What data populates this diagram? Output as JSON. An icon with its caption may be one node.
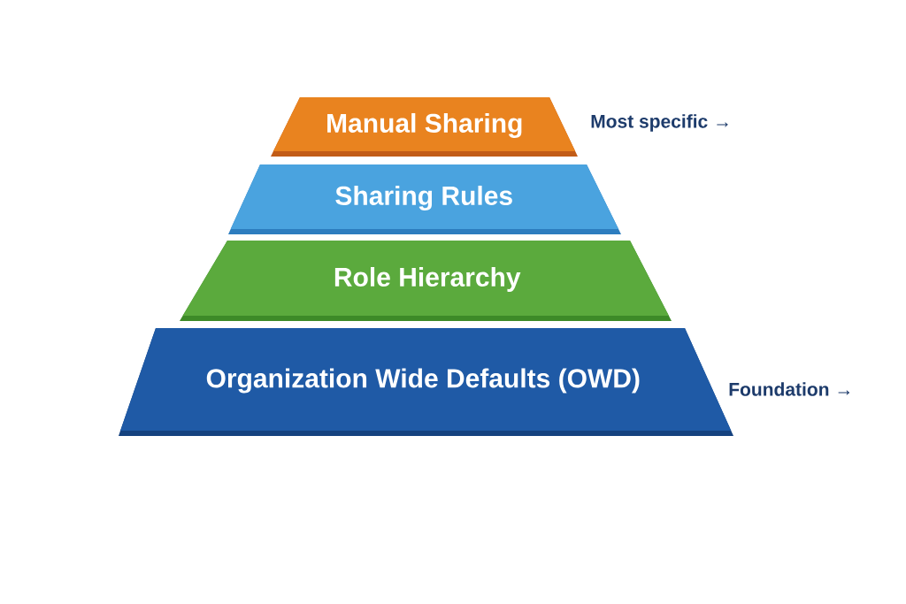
{
  "diagram": {
    "nodes": [
      {
        "text": [
          "Manual Sharing"
        ],
        "beside": [
          "Most specific →"
        ]
      },
      {
        "text": [
          "Sharing Rules"
        ]
      },
      {
        "text": [
          "Role Hierarchy"
        ]
      },
      {
        "text": [
          "Organization Wide Defaults (OWD)"
        ],
        "beside": [
          "Foundation →"
        ]
      }
    ]
  }
}
